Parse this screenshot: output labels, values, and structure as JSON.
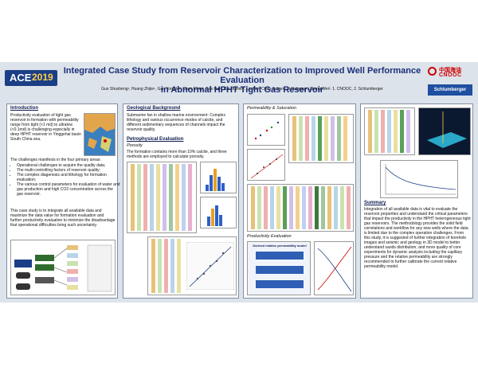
{
  "header": {
    "conf_logo": {
      "text": "ACE",
      "year": "2019"
    },
    "title_line1": "Integrated Case Study from Reservoir Characterization to Improved Well Performance Evaluation",
    "title_line2": "in Abnormal HPHT Tight Gas Reservoir",
    "authors": "Guo Shusheng¹, Huang Zhijie¹, Gao Yongde¹, Chen Ming¹, Gao Bei², Cai Huimin², Liu Bo², Chen Jichao², Li Huigang², Zhang Wei². 1. CNOOC, 2. Schlumberger",
    "logo_cnooc_zh": "中国海油",
    "logo_cnooc_en": "CNOOC",
    "logo_slb": "Schlumberger"
  },
  "introduction": {
    "title": "Introduction",
    "p1": "Productivity evaluation of tight gas reservoir in formation with permeability range from tight (<1 md) to ultralow (<0.1md) is challenging especially in deep HPHT reservoir in Yinggehai basin South China sea.",
    "p2": "The challenges manifests in the four primary areas:",
    "bullets": [
      "Operational challenges to acquire the quality data;",
      "The multi-controlling factors of reservoir quality;",
      "The complex diagenesis and lithology for formation evaluation;",
      "The various control parameters for evaluation of water and gas production and high CO2 concentration across the gas reservoir."
    ],
    "p3": "This case study is to integrate all available data and maximize the data value for formation evaluation and further productivity evaluation to minimize the disadvantage that operational difficulties bring such uncertainty."
  },
  "geo": {
    "title": "Geological Background",
    "text": "Submarine fan in shallow marine environment: Complex lithology and various occurrence modes of calcite, and different sedimentary sequences of channels impact the reservoir quality."
  },
  "petro": {
    "title": "Petrophysical Evaluation",
    "porosity_label": "Porosity",
    "text": "The formation contains more than 10% calcite, and three methods are employed to calculate porosity."
  },
  "perm": {
    "label": "Permeability & Saturation"
  },
  "prod": {
    "label": "Productivity Evaluation",
    "flow_title": "Derived relative permeability model"
  },
  "summary": {
    "title": "Summary",
    "text": "Integration of all available data is vital to evaluate the reservoir properties and understand the critical parameters that impact the productivity in the HPHT heterogeneous tight gas reservoirs. The methodology provides the solid field correlations and workflow for any new wells where the data is limited due to the complex operation challenges. From this study, it is suggested of further integration of borehole images and seismic and geology in 3D model to better understand sands distribution; and more quality of core experiments for dynamic analysis including the capillary pressure and the relative permeability are strongly recommended to further calibrate the current relative permeability model."
  },
  "colors": {
    "poster_bg": "#dde3ea",
    "title_blue": "#1a2f7a",
    "ace_blue": "#1b3f86",
    "cnooc_red": "#cc0000",
    "slb_blue": "#1f4fa0"
  }
}
